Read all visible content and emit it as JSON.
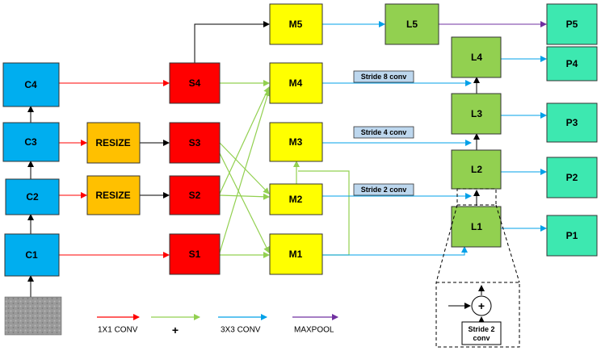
{
  "colors": {
    "c": "#00aeef",
    "resize": "#ffc000",
    "s": "#ff0000",
    "m": "#ffff00",
    "l": "#92d050",
    "p": "#3de8b0",
    "stride_box": "#bdd7ee",
    "red_arrow": "#ff0000",
    "green_arrow": "#92d050",
    "blue_arrow": "#00a0e8",
    "purple_arrow": "#7030a0",
    "black_arrow": "#000000"
  },
  "nodes": {
    "c1": "C1",
    "c2": "C2",
    "c3": "C3",
    "c4": "C4",
    "resize1": "RESIZE",
    "resize2": "RESIZE",
    "s1": "S1",
    "s2": "S2",
    "s3": "S3",
    "s4": "S4",
    "m1": "M1",
    "m2": "M2",
    "m3": "M3",
    "m4": "M4",
    "m5": "M5",
    "l1": "L1",
    "l2": "L2",
    "l3": "L3",
    "l4": "L4",
    "l5": "L5",
    "p1": "P1",
    "p2": "P2",
    "p3": "P3",
    "p4": "P4",
    "p5": "P5"
  },
  "stride_labels": {
    "stride8": "Stride 8 conv",
    "stride4": "Stride 4 conv",
    "stride2": "Stride 2 conv"
  },
  "detail": {
    "plus": "+",
    "stride_line1": "Stride 2",
    "stride_line2": "conv"
  },
  "legend": {
    "conv1x1": "1X1 CONV",
    "plus": "+",
    "conv3x3": "3X3 CONV",
    "maxpool": "MAXPOOL"
  }
}
